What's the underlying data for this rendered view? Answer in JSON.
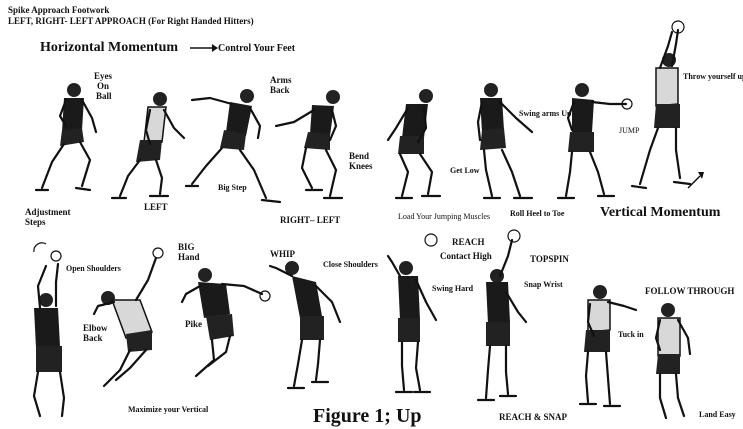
{
  "header": {
    "line1": "Spike Approach Footwork",
    "line2": "LEFT, RIGHT- LEFT APPROACH (For Right Handed Hitters)"
  },
  "momentum": {
    "horizontal": "Horizontal Momentum",
    "control": "Control Your Feet",
    "vertical": "Vertical Momentum"
  },
  "labels": {
    "eyes_on_ball": [
      "Eyes",
      "On",
      "Ball"
    ],
    "arms_back": [
      "Arms",
      "Back"
    ],
    "bend_knees": [
      "Bend",
      "Knees"
    ],
    "adjustment_steps": [
      "Adjustment",
      "Steps"
    ],
    "left": "LEFT",
    "big_step": "Big Step",
    "right_left": "RIGHT– LEFT",
    "get_low": "Get Low",
    "load_muscles": "Load Your Jumping Muscles",
    "swing_arms_up": "Swing arms Up",
    "roll_heel": "Roll Heel to Toe",
    "jump": "JUMP",
    "throw_up": "Throw yourself up",
    "open_shoulders": "Open Shoulders",
    "elbow_back": [
      "Elbow",
      "Back"
    ],
    "big_hand": [
      "BIG",
      "Hand"
    ],
    "pike": "Pike",
    "whip": "WHIP",
    "close_shoulders": "Close Shoulders",
    "swing_hard": "Swing Hard",
    "reach": "REACH",
    "contact_high": "Contact High",
    "topspin": "TOPSPIN",
    "snap_wrist": "Snap Wrist",
    "follow_through": "FOLLOW THROUGH",
    "tuck_in": "Tuck in",
    "maximize_vertical": "Maximize your Vertical",
    "reach_snap": "REACH & SNAP",
    "land_easy": "Land Easy"
  },
  "caption": "Figure 1; Up"
}
